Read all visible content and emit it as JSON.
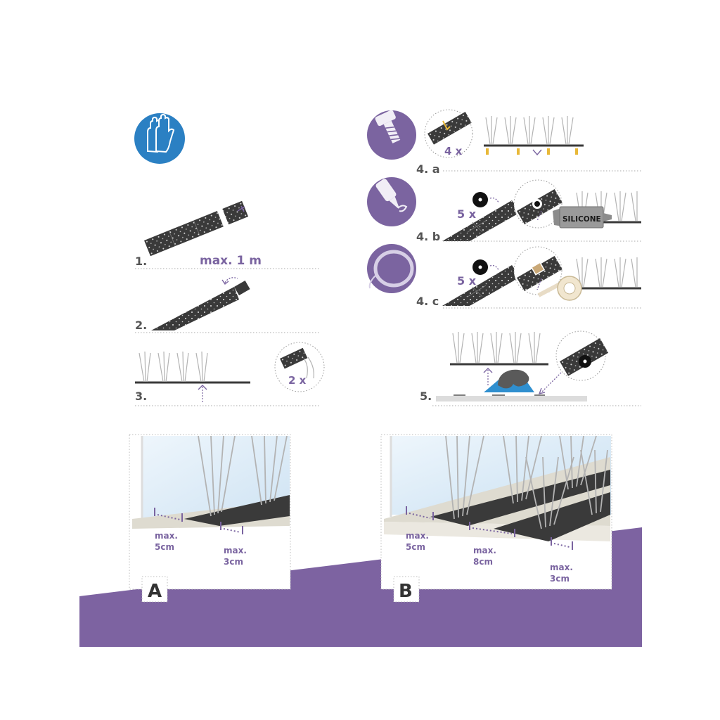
{
  "colors": {
    "purple": "#7b64a0",
    "band": "#7d63a1",
    "blue": "#2b80c3",
    "strip": "#3a3a3a",
    "dots": "#dddddd",
    "spike": "#b3b3b3",
    "glass": "#dcebf7",
    "ledge": "#dedbd0",
    "yellow": "#e8b838",
    "cleaner": "#2f8fcf",
    "silicone": "#8c8c8c"
  },
  "icons": {
    "gloves": "gloves-icon",
    "screw": "screw-icon",
    "silicone_gun": "silicone-gun-icon",
    "tape": "tape-roll-icon"
  },
  "steps": {
    "s1": {
      "number": "1.",
      "note": "max. 1 m"
    },
    "s2": {
      "number": "2."
    },
    "s3": {
      "number": "3.",
      "count": "2 x"
    },
    "s4a": {
      "number": "4. a",
      "count": "4 x"
    },
    "s4b": {
      "number": "4. b",
      "count": "5 x",
      "product": "SILICONE"
    },
    "s4c": {
      "number": "4. c",
      "count": "5 x"
    },
    "s5": {
      "number": "5."
    }
  },
  "scenes": {
    "a": {
      "letter": "A",
      "gap_left": [
        "max.",
        "5cm"
      ],
      "gap_right": [
        "max.",
        "3cm"
      ]
    },
    "b": {
      "letter": "B",
      "gap_left": [
        "max.",
        "5cm"
      ],
      "gap_mid": [
        "max.",
        "8cm"
      ],
      "gap_right": [
        "max.",
        "3cm"
      ]
    }
  }
}
